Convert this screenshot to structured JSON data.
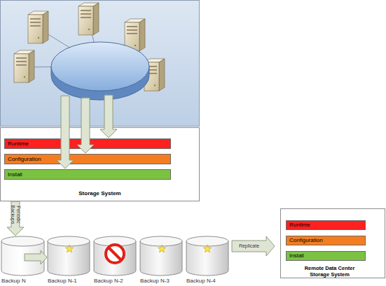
{
  "diagram": {
    "nodes": [
      {
        "text": [
          "Storage System"
        ]
      },
      {
        "text": [
          "Runtime"
        ],
        "in": 0
      },
      {
        "text": [
          "Configuration"
        ],
        "in": 0
      },
      {
        "text": [
          "Install"
        ],
        "in": 0
      },
      {
        "text": [
          "Backup N"
        ]
      },
      {
        "text": [
          "Backup N-1"
        ]
      },
      {
        "text": [
          "Backup N-2"
        ]
      },
      {
        "text": [
          "Backup N-3"
        ]
      },
      {
        "text": [
          "Backup N-4"
        ]
      },
      {
        "text": [
          "Remote Data Center Storage System"
        ]
      },
      {
        "text": [
          "Runtime"
        ],
        "in": 9
      },
      {
        "text": [
          "Configuration"
        ],
        "in": 9
      },
      {
        "text": [
          "Install"
        ],
        "in": 9
      }
    ],
    "edges": [
      {
        "from": 0,
        "to": 4,
        "arrow": "to",
        "label": "Periodic Backups"
      },
      {
        "from": 4,
        "to": 5,
        "arrow": "to"
      },
      {
        "from": 8,
        "to": 9,
        "arrow": "to",
        "label": "Replicate"
      }
    ]
  }
}
